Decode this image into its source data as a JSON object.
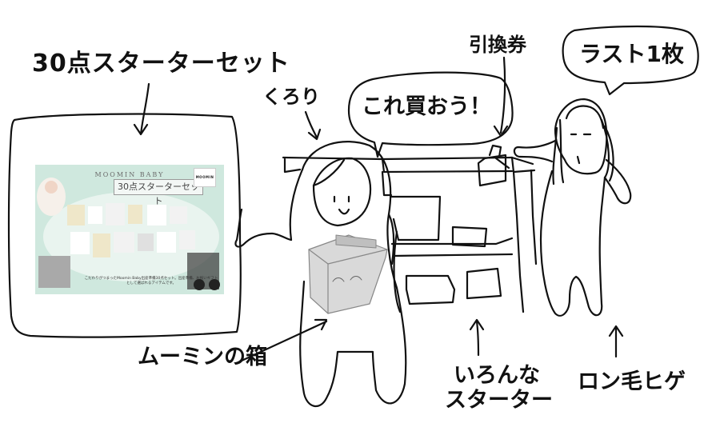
{
  "labels": {
    "starter_set": "30点スターターセット",
    "kurori": "くろり",
    "speech_buy": "これ買おう！",
    "exchange_ticket": "引換券",
    "last_one": "ラスト1枚",
    "moomin_box": "ムーミンの箱",
    "various_line1": "いろんな",
    "various_line2": "スターター",
    "long_hair_beard": "ロン毛ヒゲ"
  },
  "product_photo": {
    "brand_en": "MOOMIN BABY",
    "title_jp": "30点スターターセット",
    "logo": "MOOMIN",
    "caption": "こだわりがつまったMoomin Baby出産準備30点セット。出産準備、お祝いギフトとして選ばれるアイテムです。"
  },
  "colors": {
    "ink": "#111111",
    "photo_mint": "#cfe8de",
    "felt_gray": "#d9d9d9"
  }
}
